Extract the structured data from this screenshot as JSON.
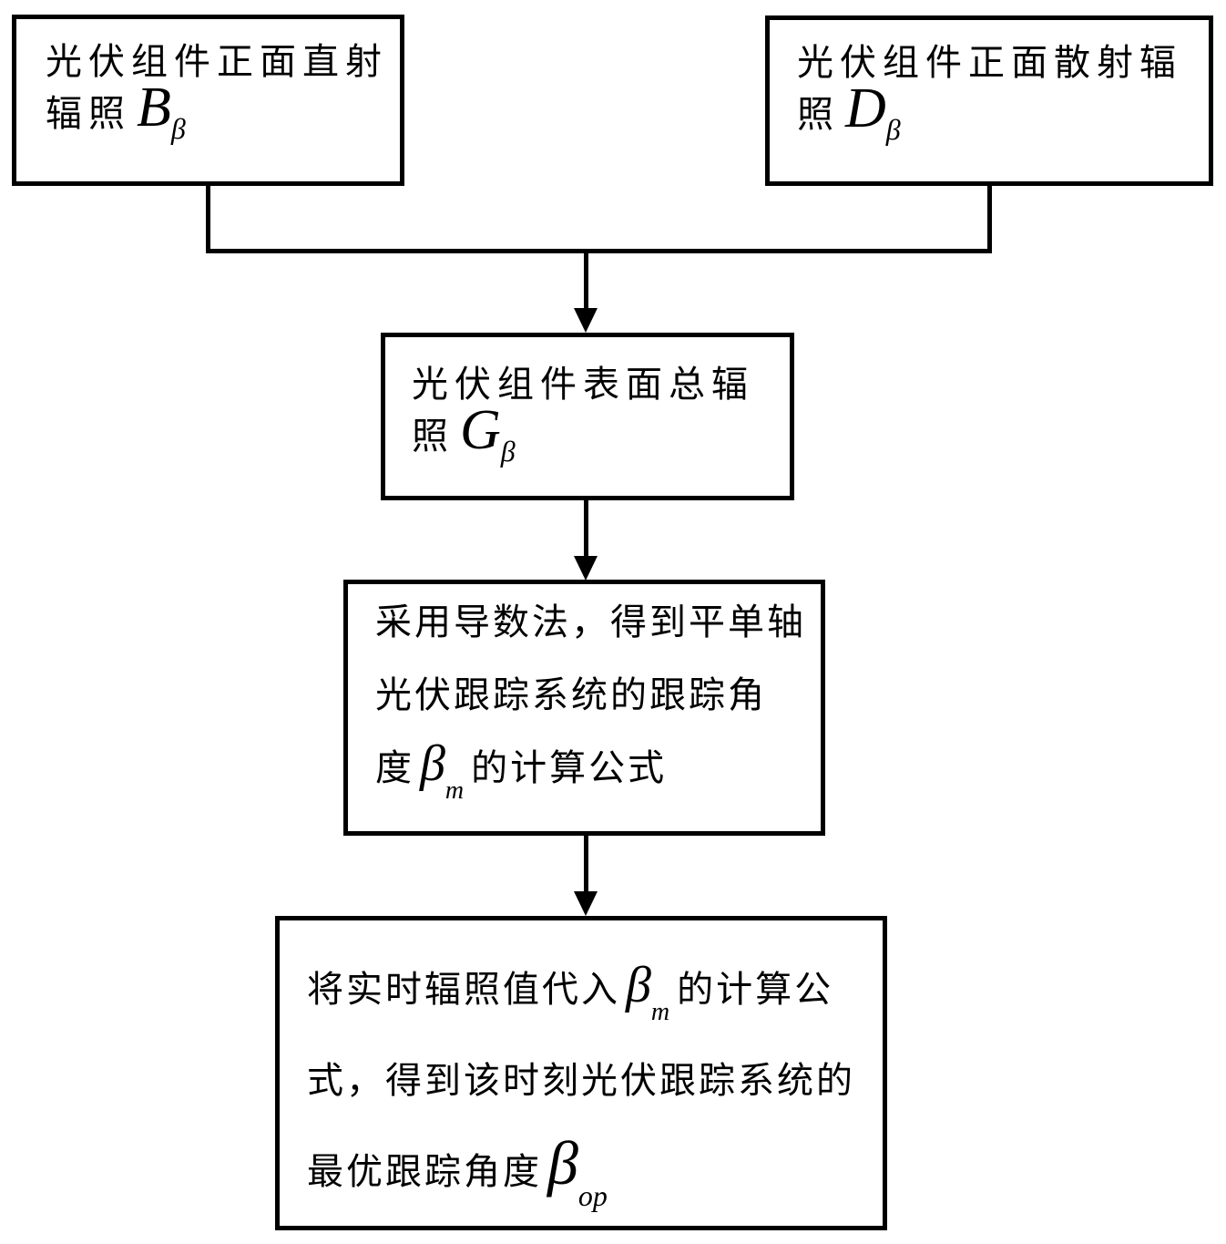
{
  "figure": {
    "background_color": "#ffffff",
    "line_color": "#000000",
    "type": "flowchart"
  },
  "boxes": {
    "direct": {
      "line1": "光伏组件正面直射",
      "line2_prefix": "辐照",
      "symbol": {
        "base": "B",
        "sub": "β"
      }
    },
    "diffuse": {
      "line1": "光伏组件正面散射辐",
      "line2_prefix": "照",
      "symbol": {
        "base": "D",
        "sub": "β"
      }
    },
    "total": {
      "line1": "光伏组件表面总辐",
      "line2_prefix": "照",
      "symbol": {
        "base": "G",
        "sub": "β"
      }
    },
    "derivative": {
      "line1": "采用导数法，得到平单轴",
      "line2": "光伏跟踪系统的跟踪角",
      "line3_prefix": "度",
      "symbol": {
        "base": "β",
        "sub": "m"
      },
      "line3_suffix": "的计算公式"
    },
    "optimal": {
      "line1_prefix": "将实时辐照值代入",
      "symbol1": {
        "base": "β",
        "sub": "m"
      },
      "line1_suffix": "的计算公",
      "line2": "式，得到该时刻光伏跟踪系统的",
      "line3_prefix": "最优跟踪角度",
      "symbol2": {
        "base": "β",
        "sub": "op"
      }
    }
  }
}
